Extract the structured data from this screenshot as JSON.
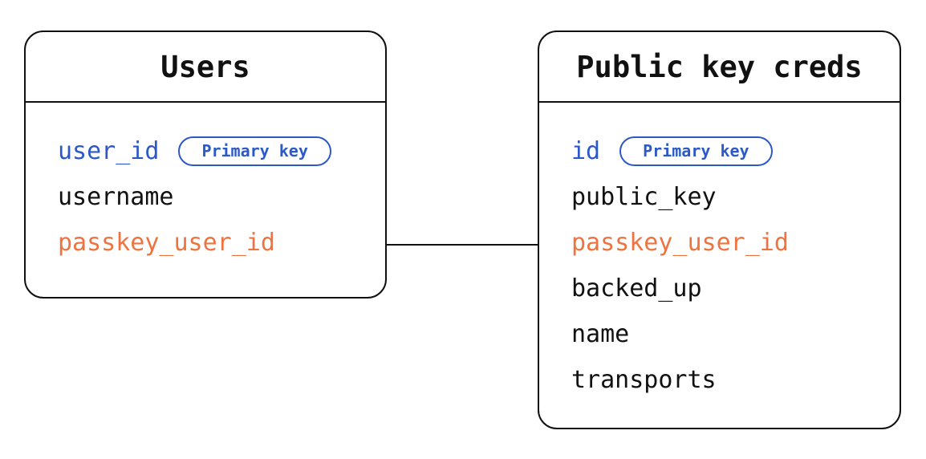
{
  "diagram": {
    "colors": {
      "ink": "#111111",
      "primary_key_blue": "#2b59c8",
      "relation_orange": "#ed7341",
      "background": "#ffffff"
    },
    "tables": [
      {
        "title": "Users",
        "fields": [
          {
            "name": "user_id",
            "role": "primary",
            "badge": "Primary key"
          },
          {
            "name": "username",
            "role": "normal"
          },
          {
            "name": "passkey_user_id",
            "role": "relation"
          }
        ]
      },
      {
        "title": "Public key creds",
        "fields": [
          {
            "name": "id",
            "role": "primary",
            "badge": "Primary key"
          },
          {
            "name": "public_key",
            "role": "normal"
          },
          {
            "name": "passkey_user_id",
            "role": "relation"
          },
          {
            "name": "backed_up",
            "role": "normal"
          },
          {
            "name": "name",
            "role": "normal"
          },
          {
            "name": "transports",
            "role": "normal"
          }
        ]
      }
    ],
    "relationship": {
      "from_table": "Users",
      "from_field": "passkey_user_id",
      "to_table": "Public key creds",
      "to_field": "passkey_user_id"
    }
  }
}
